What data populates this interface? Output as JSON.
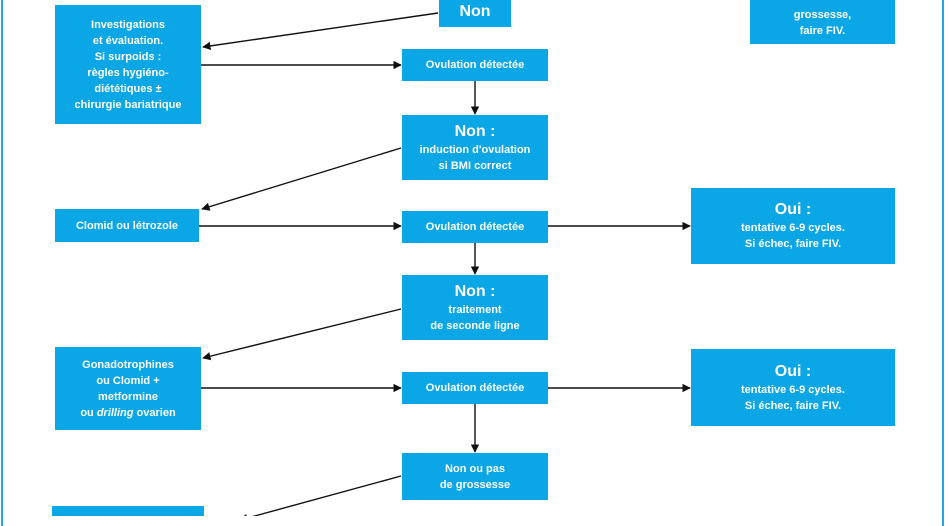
{
  "diagram": {
    "box_color": "#0aa6e6",
    "text_color": "#ffffff",
    "frame_color": "#1ea8e2",
    "nodes": {
      "non_top": {
        "title": "Non"
      },
      "investigations": {
        "lines": [
          "Investigations",
          "et évaluation.",
          "Si surpoids :",
          "règles hygiéno-",
          "diététiques ±",
          "chirurgie bariatrique"
        ]
      },
      "top_right": {
        "lines": [
          "grossesse,",
          "faire FIV."
        ]
      },
      "ovulation_1": {
        "lines": [
          "Ovulation détectée"
        ]
      },
      "non_induction": {
        "title": "Non :",
        "lines": [
          "induction d'ovulation",
          "si BMI correct"
        ]
      },
      "clomid": {
        "lines": [
          "Clomid ou létrozole"
        ]
      },
      "ovulation_2": {
        "lines": [
          "Ovulation détectée"
        ]
      },
      "oui_1": {
        "title": "Oui :",
        "lines": [
          "tentative 6-9 cycles.",
          "Si échec, faire FIV."
        ]
      },
      "non_traitement": {
        "title": "Non :",
        "lines": [
          "traitement",
          "de seconde ligne"
        ]
      },
      "gonado": {
        "lines": [
          "Gonadotrophines",
          "ou Clomid +",
          "metformine"
        ],
        "last_line_em": "drilling",
        "last_line_prefix": "ou ",
        "last_line_suffix": " ovarien"
      },
      "ovulation_3": {
        "lines": [
          "Ovulation détectée"
        ]
      },
      "oui_2": {
        "title": "Oui :",
        "lines": [
          "tentative 6-9 cycles.",
          "Si échec, faire FIV."
        ]
      },
      "non_pas": {
        "lines": [
          "Non ou pas",
          "de grossesse"
        ]
      }
    }
  }
}
